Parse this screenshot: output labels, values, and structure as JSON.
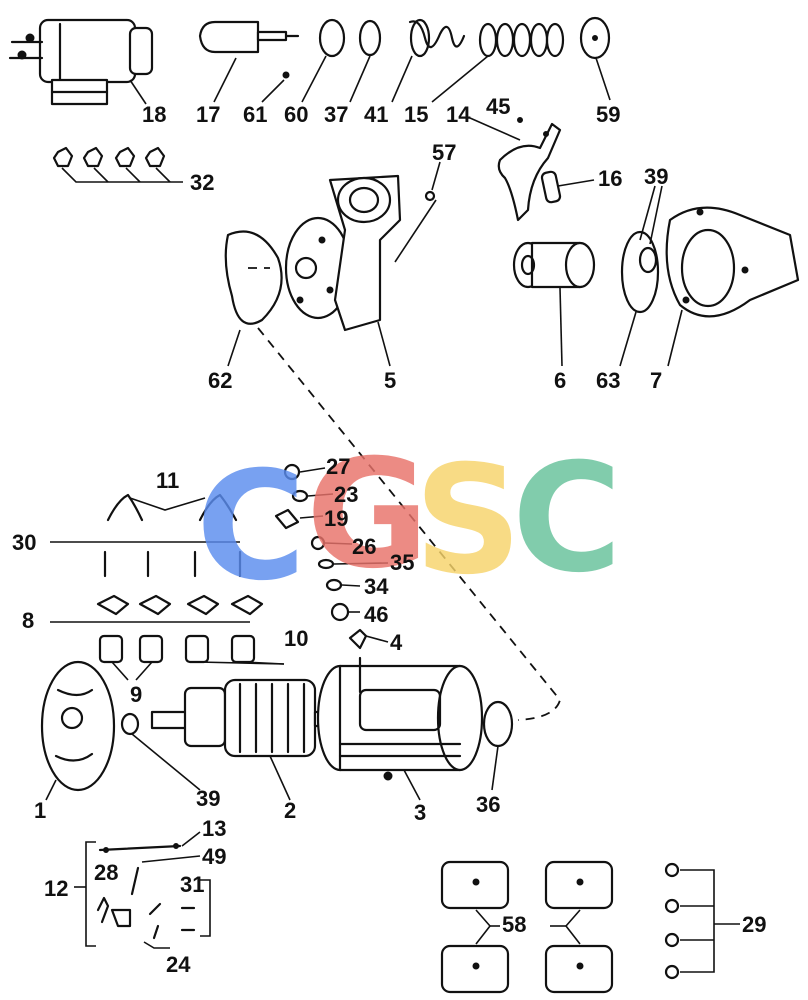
{
  "watermark": {
    "letters": [
      "C",
      "G",
      "S",
      "C"
    ],
    "colors": [
      "#5B8DEF",
      "#E8726A",
      "#F7D46B",
      "#66C29A"
    ]
  },
  "labels": {
    "p1": "1",
    "p2": "2",
    "p3": "3",
    "p4": "4",
    "p5": "5",
    "p6": "6",
    "p7": "7",
    "p8": "8",
    "p9": "9",
    "p10": "10",
    "p11": "11",
    "p12": "12",
    "p13": "13",
    "p14": "14",
    "p15": "15",
    "p16": "16",
    "p17": "17",
    "p18": "18",
    "p19": "19",
    "p23": "23",
    "p24": "24",
    "p26": "26",
    "p27": "27",
    "p28": "28",
    "p29": "29",
    "p30": "30",
    "p31": "31",
    "p32": "32",
    "p34": "34",
    "p35": "35",
    "p36": "36",
    "p37": "37",
    "p39a": "39",
    "p39b": "39",
    "p41": "41",
    "p45": "45",
    "p46": "46",
    "p49": "49",
    "p57": "57",
    "p58": "58",
    "p59": "59",
    "p60": "60",
    "p61": "61",
    "p62": "62",
    "p63": "63"
  }
}
